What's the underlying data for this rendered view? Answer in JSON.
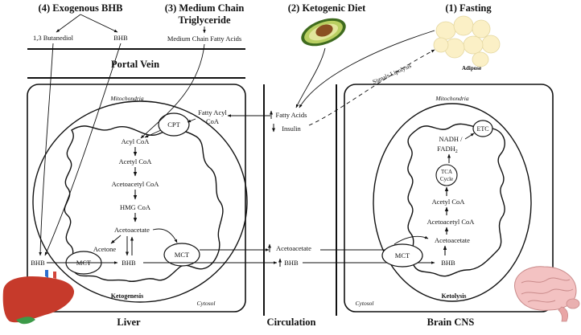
{
  "top": {
    "exo_title": "(4) Exogenous BHB",
    "exo_sub1": "1,3 Butanediol",
    "exo_sub2": "BHB",
    "mct_title_1": "(3) Medium Chain",
    "mct_title_2": "Triglyceride",
    "mct_sub": "Medium Chain Fatty Acids",
    "keto_title": "(2) Ketogenic Diet",
    "fast_title": "(1) Fasting",
    "adipose": "Adipose",
    "portal_vein": "Portal Vein",
    "signals_lipolysis": "Signals Lipolysis"
  },
  "liver": {
    "mitochondria": "Mitochondria",
    "cpt": "CPT",
    "fatty_acyl_1": "Fatty Acyl",
    "fatty_acyl_2": "CoA",
    "acyl_coa": "Acyl CoA",
    "acetyl_coa": "Acetyl CoA",
    "acetoacetyl_coa": "Acetoacetyl CoA",
    "hmg_coa": "HMG CoA",
    "acetoacetate": "Acetoacetate",
    "acetone": "Acetone",
    "bhb": "BHB",
    "mct": "MCT",
    "mct2": "MCT",
    "bhb_left": "BHB",
    "ketogenesis": "Ketogenesis",
    "cytosol": "Cytosol",
    "label": "Liver"
  },
  "circulation": {
    "fatty_acids": "Fatty Acids",
    "insulin": "Insulin",
    "acetoacetate": "Acetoacetate",
    "bhb": "BHB",
    "label": "Circulation"
  },
  "brain": {
    "mitochondria": "Mitochondria",
    "etc": "ETC",
    "nadh": "NADH /",
    "fadh": "FADH",
    "fadh_sub": "2",
    "tca_1": "TCA",
    "tca_2": "Cycle",
    "acetyl_coa": "Acetyl CoA",
    "acetoacetyl_coa": "Acetoacetyl CoA",
    "acetoacetate": "Acetoacetate",
    "bhb": "BHB",
    "mct": "MCT",
    "ketolysis": "Ketolysis",
    "cytosol": "Cytosol",
    "label": "Brain CNS"
  }
}
